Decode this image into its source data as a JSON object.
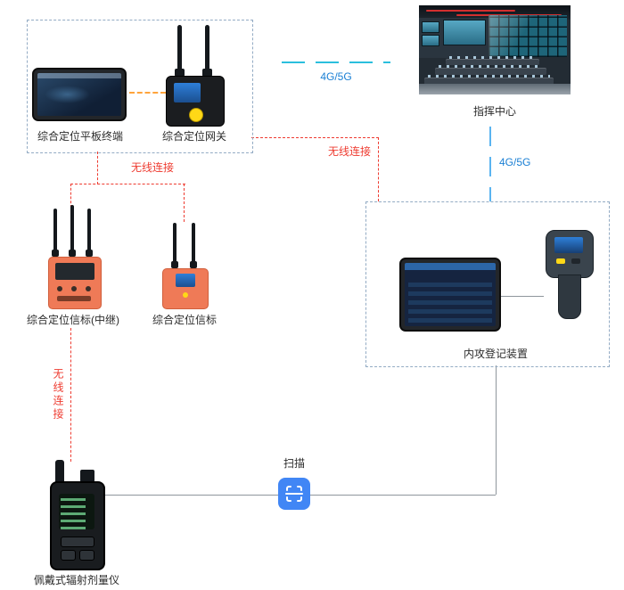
{
  "diagram": {
    "nodes": {
      "tablet_terminal": {
        "label": "综合定位平板终端"
      },
      "gateway": {
        "label": "综合定位网关"
      },
      "command_center": {
        "label": "指挥中心"
      },
      "beacon_relay": {
        "label": "综合定位信标(中继)"
      },
      "beacon": {
        "label": "综合定位信标"
      },
      "registration_device": {
        "label": "内攻登记装置"
      },
      "dosimeter": {
        "label": "佩戴式辐射剂量仪"
      }
    },
    "links": {
      "g45_top": {
        "label": "4G/5G",
        "color": "#2bbfdd"
      },
      "g45_right": {
        "label": "4G/5G",
        "color": "#5ab4f0"
      },
      "wireless_gateway_registration": {
        "label": "无线连接",
        "color": "#ee3b30"
      },
      "wireless_terminal_beacons": {
        "label": "无线连接",
        "color": "#ee3b30"
      },
      "wireless_beacon_dosimeter": {
        "label": "无线连接",
        "color": "#ee3b30"
      },
      "scan": {
        "label": "扫描",
        "color": "#4186f5"
      }
    },
    "colors": {
      "group_box_border": "#93abc4",
      "label_text": "#2b2b2b",
      "link_label_blue": "#1a7fd4",
      "gray_line": "#8f969c",
      "orange_link": "#ffa43c",
      "beacon_body": "#ef7a57",
      "scan_icon_bg": "#4186f5"
    }
  }
}
